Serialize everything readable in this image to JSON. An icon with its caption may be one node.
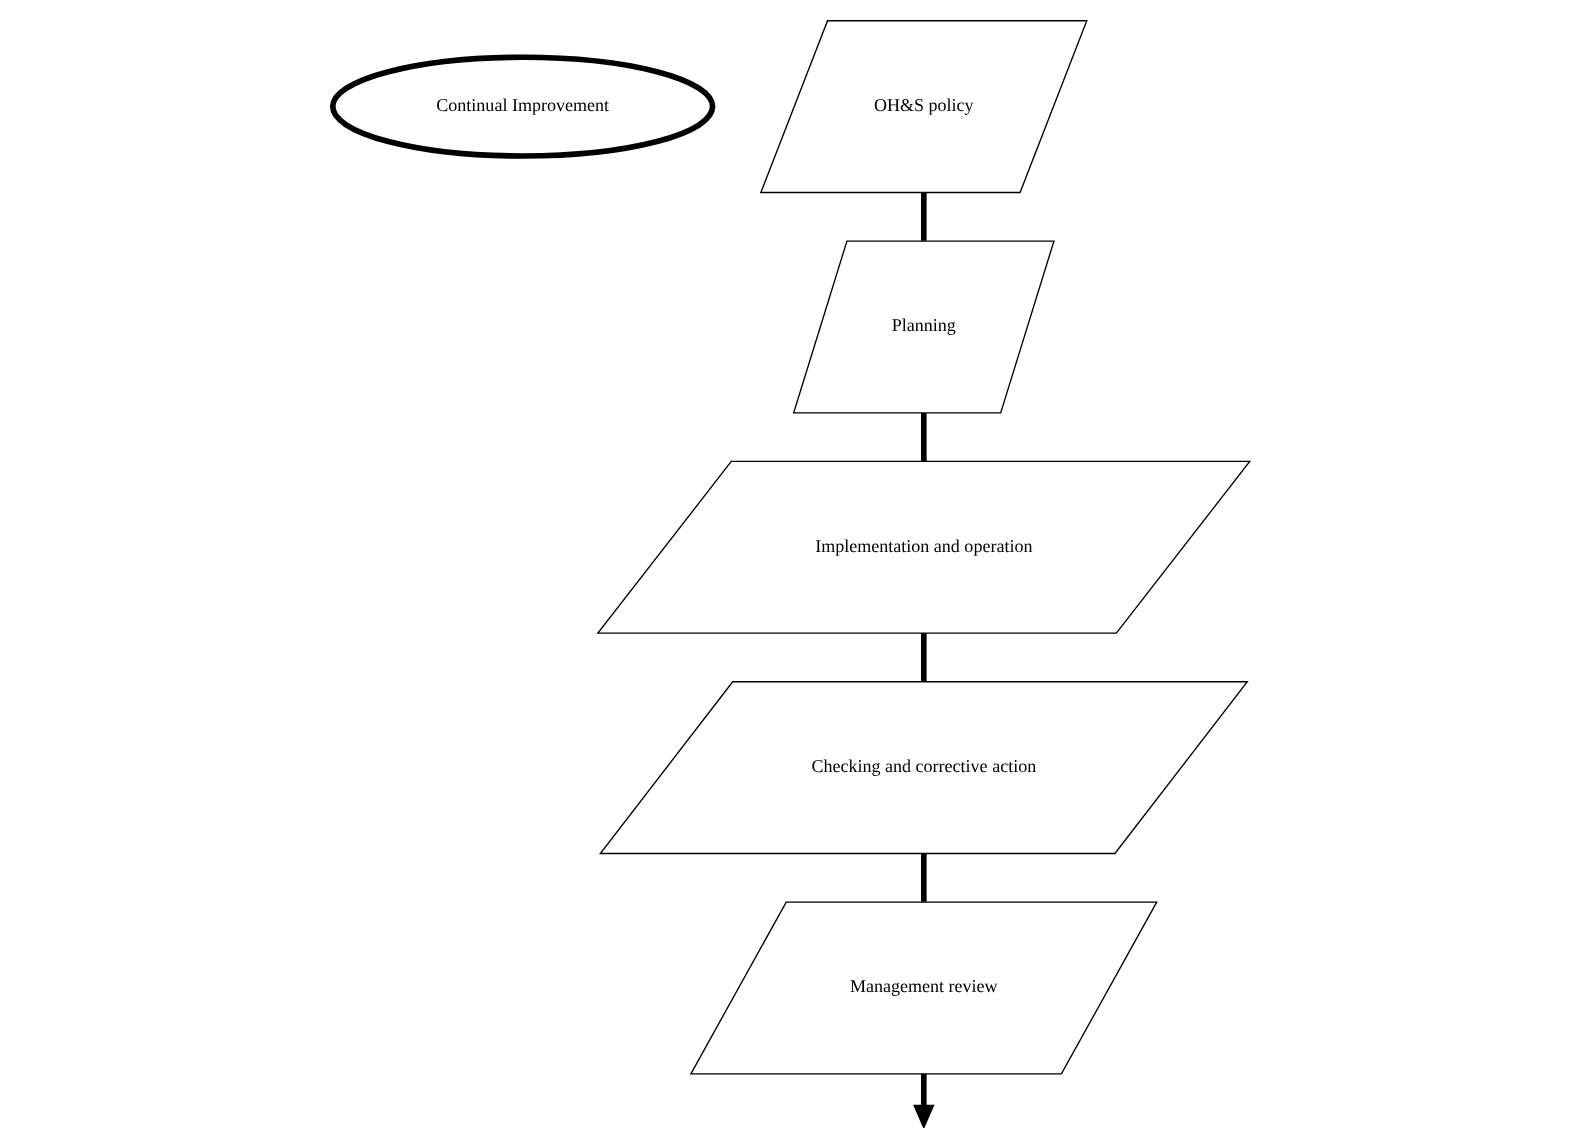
{
  "diagram": {
    "nodes": [
      {
        "text": [
          "Continual Improvement"
        ]
      },
      {
        "text": [
          "OH&S policy"
        ]
      },
      {
        "text": [
          "Planning"
        ]
      },
      {
        "text": [
          "Implementation and operation"
        ]
      },
      {
        "text": [
          "Checking and corrective action"
        ]
      },
      {
        "text": [
          "Management review"
        ]
      }
    ],
    "edges": [
      {
        "from": 1,
        "to": 2,
        "arrow": "none"
      },
      {
        "from": 2,
        "to": 3,
        "arrow": "none"
      },
      {
        "from": 3,
        "to": 4,
        "arrow": "none"
      },
      {
        "from": 4,
        "to": 5,
        "arrow": "none"
      },
      {
        "from": 5,
        "to": null,
        "arrow": "to"
      }
    ]
  }
}
